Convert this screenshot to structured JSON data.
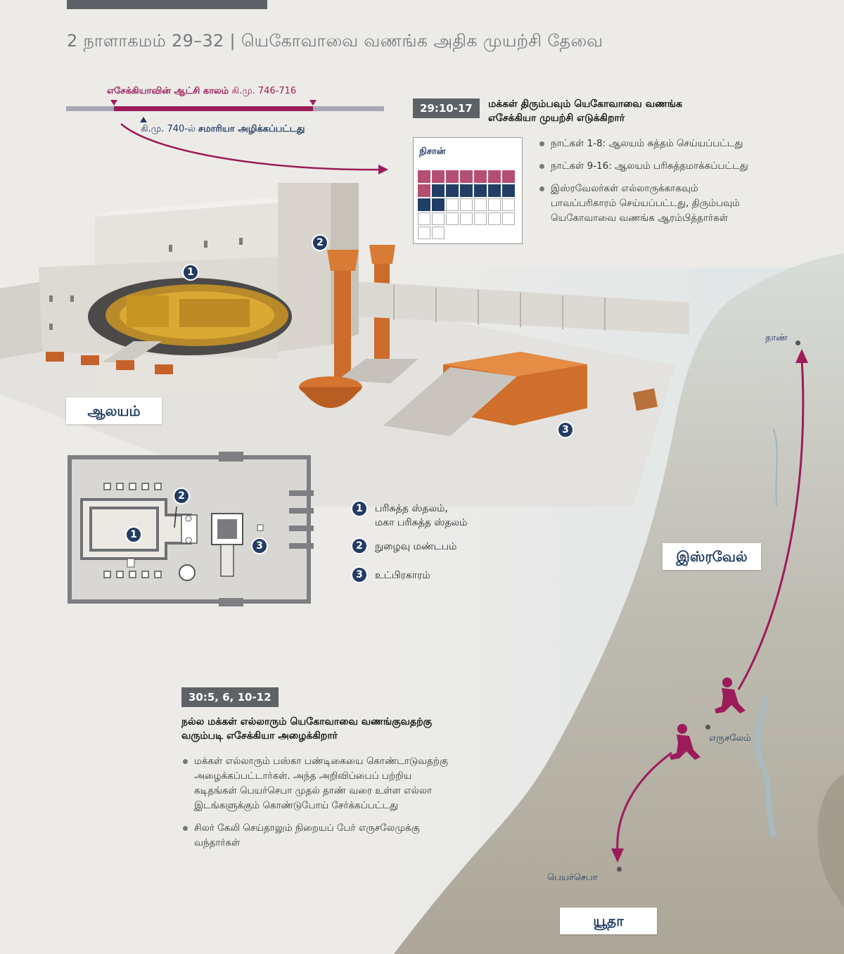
{
  "title": "2 நாளாகமம் 29–32 | யெகோவாவை வணங்க அதிக முயற்சி தேவை",
  "timeline": {
    "reign_name": "எசேக்கியாவின் ஆட்சி காலம்",
    "reign_range": "கி.மு. 746-716",
    "event_date": "கி.மு. 740-ல்",
    "event_text": "சமாரியா அழிக்கப்பட்டது"
  },
  "section1": {
    "ref": "29:10-17",
    "heading_lines": [
      "மக்கள் திரும்பவும் யெகோவாவை வணங்க",
      "எசேக்கியா முயற்சி எடுக்கிறார்"
    ],
    "bullets": [
      [
        "நாட்கள் 1-8: ஆலயம் சுத்தம் செய்யப்பட்டது"
      ],
      [
        "நாட்கள் 9-16: ஆலயம் பரிசுத்தமாக்கப்பட்டது"
      ],
      [
        "இஸ்ரவேலர்கள் எல்லாருக்காகவும்",
        "பாவப்பரிகாரம் செய்யப்பட்டது, திரும்பவும்",
        "யெகோவாவை வணங்க ஆரம்பித்தார்கள்"
      ]
    ]
  },
  "calendar": {
    "month": "நிசான்",
    "total_days": 30,
    "cleansed_days": 8,
    "sanctified_days": 8,
    "colors": {
      "cleansed": "#b54f72",
      "sanctified": "#223e66"
    }
  },
  "temple_label": "ஆலயம்",
  "legend": [
    {
      "num": "1",
      "lines": [
        "பரிசுத்த ஸ்தலம்,",
        "மகா பரிசுத்த ஸ்தலம்"
      ]
    },
    {
      "num": "2",
      "lines": [
        "நுழைவு மண்டபம்"
      ]
    },
    {
      "num": "3",
      "lines": [
        "உட்பிரகாரம்"
      ]
    }
  ],
  "section2": {
    "ref": "30:5, 6, 10-12",
    "heading_lines": [
      "நல்ல மக்கள் எல்லாரும் யெகோவாவை வணங்குவதற்கு",
      "வரும்படி எசேக்கியா அழைக்கிறார்"
    ],
    "bullets": [
      [
        "மக்கள் எல்லாரும் பஸ்கா பண்டிகையை கொண்டாடுவதற்கு",
        "அழைக்கப்பட்டார்கள். அந்த அறிவிப்பைப் பற்றிய",
        "கடிதங்கள் பெயர்செபா முதல் தாண் வரை உள்ள எல்லா",
        "இடங்களுக்கும் கொண்டுபோய் சேர்க்கப்பட்டது"
      ],
      [
        "சிலர் கேலி செய்தாலும் நிறையப் பேர் எருசலேமுக்கு",
        "வந்தார்கள்"
      ]
    ]
  },
  "map": {
    "israel": "இஸ்ரவேல்",
    "judah": "யூதா",
    "dan": "தாண்",
    "jerusalem": "எருசலேம்",
    "beersheba": "பெயர்செபா"
  },
  "colors": {
    "accent": "#9c1c5a",
    "navy": "#233c63",
    "badge": "#5e6166"
  }
}
